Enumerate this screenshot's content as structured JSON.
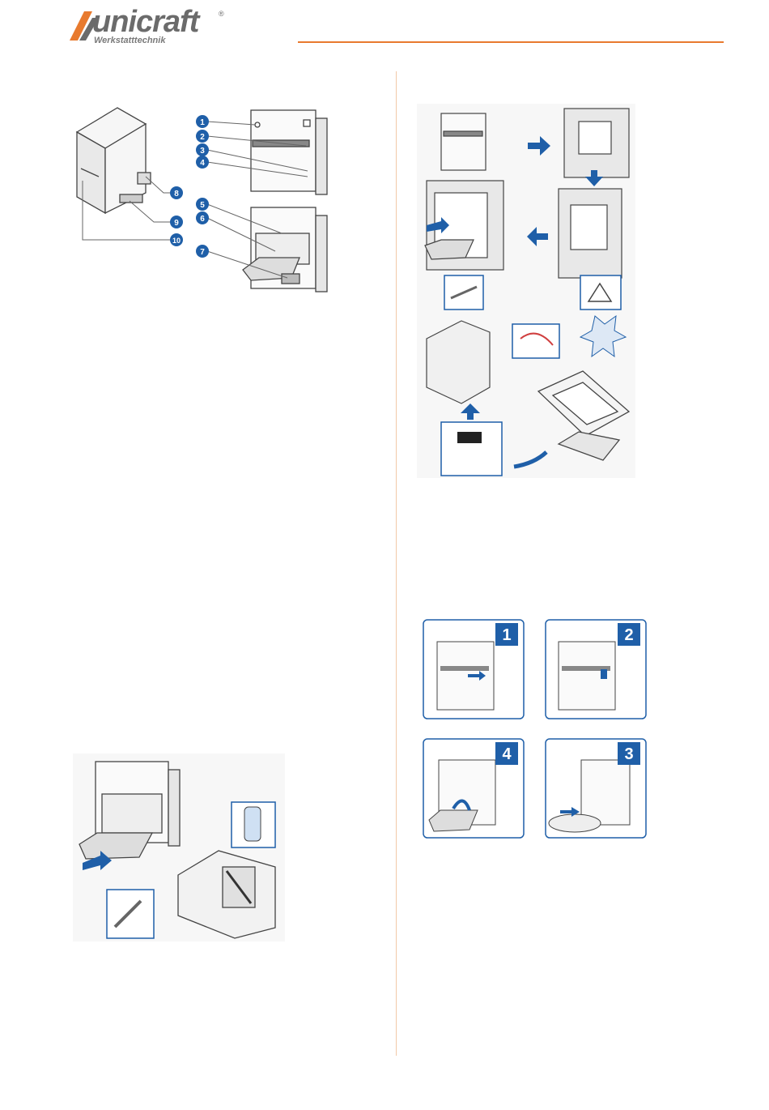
{
  "header": {
    "logo_text": "unicraft",
    "logo_subtitle": "Werkstatttechnik",
    "accent_color": "#e87a2e"
  },
  "figures": {
    "parts_overview": {
      "callouts": [
        "1",
        "2",
        "3",
        "4",
        "5",
        "6",
        "7",
        "8",
        "9",
        "10"
      ]
    },
    "installation_steps": {
      "icons": [
        "arrow-right-icon",
        "arrow-down-icon",
        "arrow-left-icon",
        "arrow-up-icon",
        "screwdriver-icon",
        "bracket-icon",
        "cable-icon",
        "switch-icon",
        "connector-icon",
        "monitor-icon"
      ]
    },
    "paper_loading": {
      "steps": [
        "1",
        "2",
        "4",
        "3"
      ]
    },
    "cleaning": {
      "icons": [
        "brush-icon",
        "alcohol-bottle-icon"
      ]
    }
  },
  "colors": {
    "callout_blue": "#1f5fa8",
    "line_gray": "#555555",
    "panel_fill": "#f4f4f4"
  }
}
